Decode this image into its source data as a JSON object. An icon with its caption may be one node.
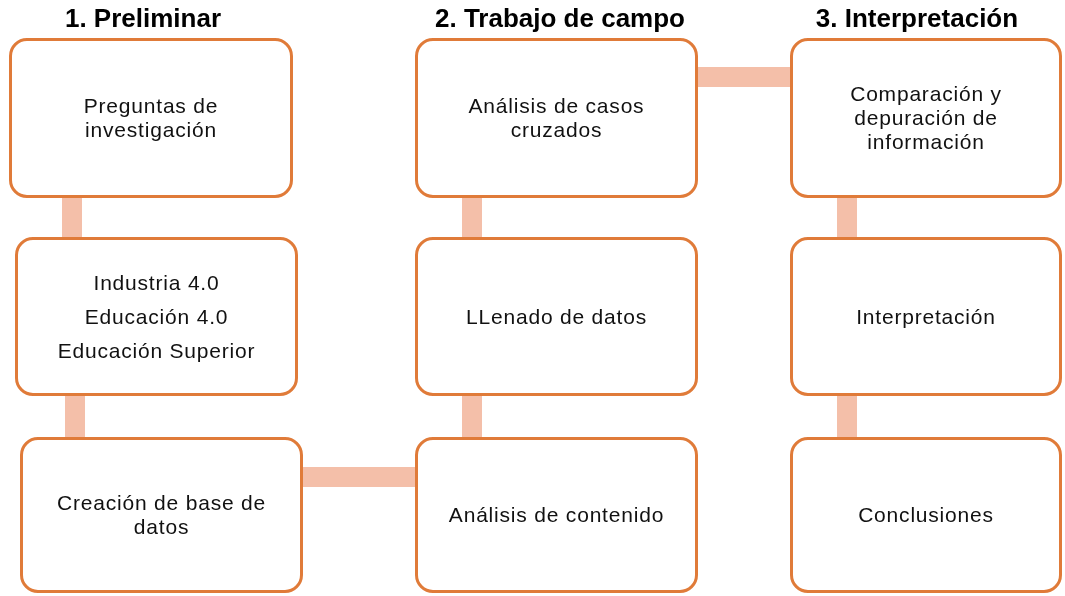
{
  "diagram": {
    "nodes": [
      {
        "text": [
          "Preguntas de investigación"
        ]
      },
      {
        "text": [
          "Industria 4.0",
          "Educación 4.0",
          "Educación Superior"
        ]
      },
      {
        "text": [
          "Creación de base de datos"
        ]
      },
      {
        "text": [
          "Análisis de casos cruzados"
        ]
      },
      {
        "text": [
          "LLenado de datos"
        ]
      },
      {
        "text": [
          "Análisis de contenido"
        ]
      },
      {
        "text": [
          "Comparación y depuración de información"
        ]
      },
      {
        "text": [
          "Interpretación"
        ]
      },
      {
        "text": [
          "Conclusiones"
        ]
      }
    ],
    "edges": [
      {
        "from": 0,
        "to": 1,
        "arrow": "none"
      },
      {
        "from": 1,
        "to": 2,
        "arrow": "none"
      },
      {
        "from": 2,
        "to": 5,
        "arrow": "none"
      },
      {
        "from": 5,
        "to": 4,
        "arrow": "none"
      },
      {
        "from": 4,
        "to": 3,
        "arrow": "none"
      },
      {
        "from": 3,
        "to": 6,
        "arrow": "none"
      },
      {
        "from": 6,
        "to": 7,
        "arrow": "none"
      },
      {
        "from": 7,
        "to": 8,
        "arrow": "none"
      }
    ],
    "labels": [
      "1. Preliminar",
      "2. Trabajo de campo",
      "3. Interpretación"
    ]
  }
}
